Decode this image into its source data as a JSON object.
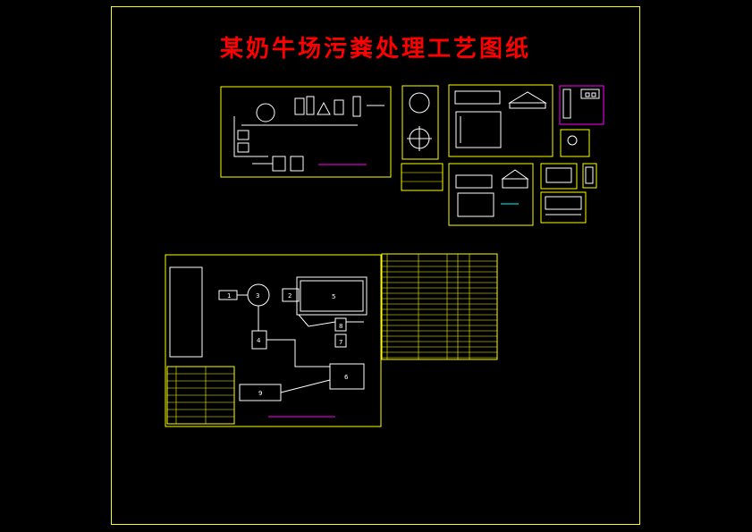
{
  "title": "某奶牛场污粪处理工艺图纸",
  "colors": {
    "background": "#000000",
    "frame": "#ffff00",
    "title": "#ff0000",
    "caption": "#ff00ff",
    "lines": "#ffffff"
  },
  "site_plan": {
    "unit_labels": [
      "1",
      "2",
      "3",
      "4",
      "5",
      "6",
      "7",
      "8",
      "9"
    ]
  }
}
